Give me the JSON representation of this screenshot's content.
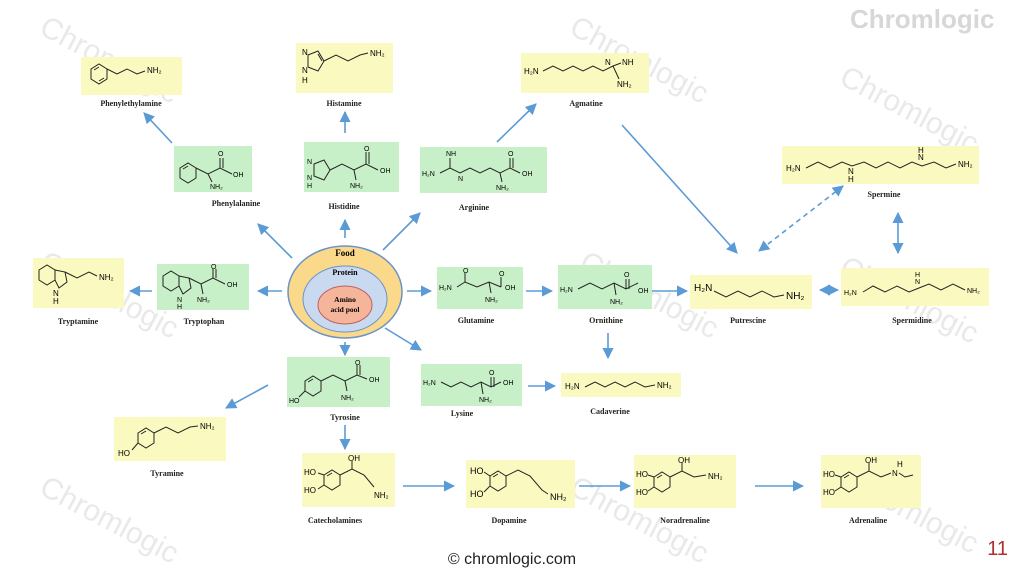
{
  "colors": {
    "green_box": "#c8f0c8",
    "yellow_box": "#fafac0",
    "arrow": "#5b9bd5",
    "food_outer": "#fbd98a",
    "food_mid": "#c9d9f0",
    "food_inner": "#f5b59a"
  },
  "branding": {
    "logo_text": "Chromlogic",
    "watermark": "Chromlogic"
  },
  "footer": {
    "text": "© chromlogic.com",
    "page_number": "11"
  },
  "center": {
    "food": "Food",
    "protein": "Protein",
    "pool_line1": "Amino",
    "pool_line2": "acid pool"
  },
  "compounds": {
    "phenylethylamine": {
      "name": "Phenylethylamine",
      "nh2": "NH₂"
    },
    "histamine": {
      "name": "Histamine",
      "nh2": "NH₂",
      "n": "N",
      "nh": "N",
      "h": "H"
    },
    "agmatine": {
      "name": "Agmatine",
      "h2n": "H₂N",
      "nh": "NH",
      "nh2": "NH₂",
      "n": "N"
    },
    "phenylalanine": {
      "name": "Phenylalanine",
      "oh": "OH",
      "nh2": "NH₂",
      "o": "O"
    },
    "histidine": {
      "name": "Histidine",
      "oh": "OH",
      "nh2": "NH₂",
      "o": "O",
      "n": "N",
      "nh": "N",
      "h": "H"
    },
    "arginine": {
      "name": "Arginine",
      "h2n": "H₂N",
      "nh": "NH",
      "n": "N",
      "oh": "OH",
      "nh2": "NH₂",
      "o": "O"
    },
    "spermine": {
      "name": "Spermine",
      "h2n": "H₂N",
      "nh2": "NH₂",
      "n1": "N",
      "h1": "H",
      "n2": "N",
      "h2": "H"
    },
    "tryptamine": {
      "name": "Tryptamine",
      "nh2": "NH₂",
      "nh": "N",
      "h": "H"
    },
    "tryptophan": {
      "name": "Tryptophan",
      "oh": "OH",
      "nh2": "NH₂",
      "o": "O",
      "nh": "N",
      "h": "H"
    },
    "glutamine": {
      "name": "Glutamine",
      "h2n": "H₂N",
      "o1": "O",
      "oh": "OH",
      "nh2": "NH₂",
      "o": "O"
    },
    "ornithine": {
      "name": "Ornithine",
      "h2n": "H₂N",
      "oh": "OH",
      "nh2": "NH₂",
      "o": "O"
    },
    "putrescine": {
      "name": "Putrescine",
      "h2n": "H₂N",
      "nh2": "NH₂"
    },
    "spermidine": {
      "name": "Spermidine",
      "h2n": "H₂N",
      "nh2": "NH₂",
      "n": "N",
      "h": "H"
    },
    "tyrosine": {
      "name": "Tyrosine",
      "ho": "HO",
      "oh": "OH",
      "nh2": "NH₂",
      "o": "O"
    },
    "lysine": {
      "name": "Lysine",
      "h2n": "H₂N",
      "oh": "OH",
      "nh2": "NH₂",
      "o": "O"
    },
    "cadaverine": {
      "name": "Cadaverine",
      "h2n": "H₂N",
      "nh2": "NH₂"
    },
    "tyramine": {
      "name": "Tyramine",
      "ho": "HO",
      "nh2": "NH₂"
    },
    "catecholamines": {
      "name": "Catecholamines",
      "ho1": "HO",
      "ho2": "HO",
      "oh": "OH",
      "nh2": "NH₂"
    },
    "dopamine": {
      "name": "Dopamine",
      "ho1": "HO",
      "ho2": "HO",
      "nh2": "NH₂"
    },
    "noradrenaline": {
      "name": "Noradrenaline",
      "ho1": "HO",
      "ho2": "HO",
      "oh": "OH",
      "nh2": "NH₂"
    },
    "adrenaline": {
      "name": "Adrenaline",
      "ho1": "HO",
      "ho2": "HO",
      "oh": "OH",
      "nh": "N",
      "h": "H"
    }
  }
}
